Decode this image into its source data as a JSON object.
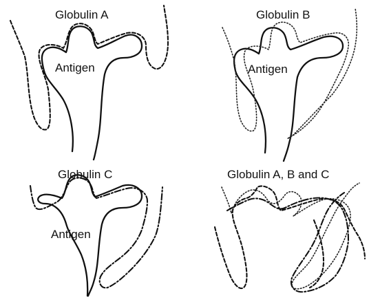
{
  "panels": [
    {
      "title": "Globulin A",
      "antigen_label": "Antigen"
    },
    {
      "title": "Globulin B",
      "antigen_label": "Antigen"
    },
    {
      "title": "Globulin C",
      "antigen_label": "Antigen"
    },
    {
      "title": "Globulin A, B and C"
    }
  ]
}
